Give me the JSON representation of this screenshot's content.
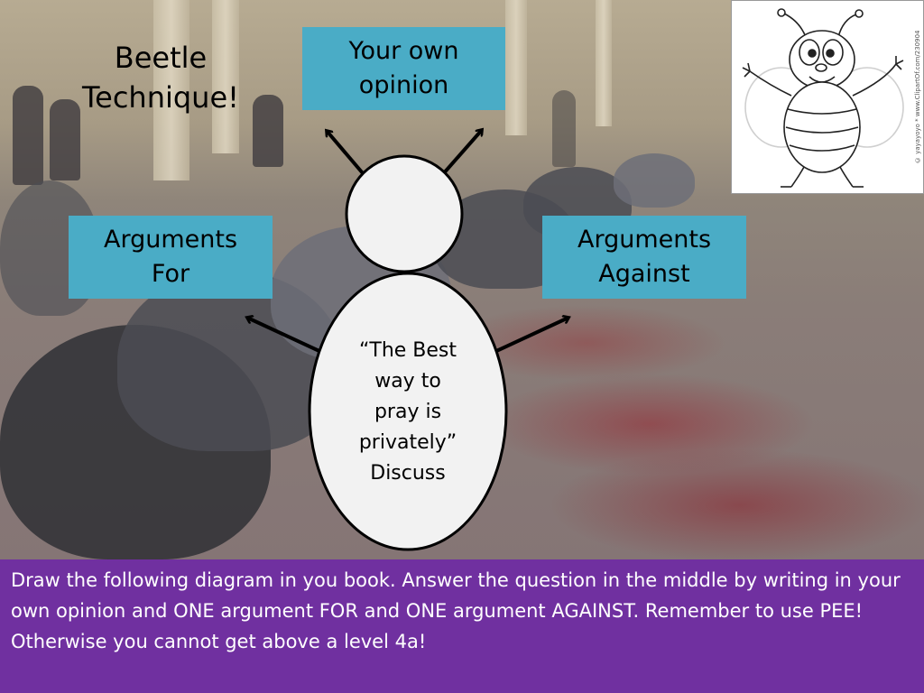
{
  "slide": {
    "title_line1": "Beetle",
    "title_line2": "Technique!",
    "boxes": {
      "opinion": {
        "line1": "Your own",
        "line2": "opinion"
      },
      "for": {
        "line1": "Arguments",
        "line2": "For"
      },
      "against": {
        "line1": "Arguments",
        "line2": "Against"
      }
    },
    "body_text": {
      "line1": "“The Best",
      "line2": "way to",
      "line3": "pray is",
      "line4": "privately”",
      "line5": "Discuss"
    },
    "clipart_credit": "© yayayoyo  *  www.ClipartOf.com/230904",
    "instructions": "Draw the following diagram in you book. Answer the question in the middle by writing in your own opinion and ONE argument FOR and ONE argument AGAINST. Remember to use PEE! Otherwise you cannot get above a level 4a!"
  },
  "colors": {
    "box_fill": "#4aacc6",
    "instructions_bg": "#7030a0",
    "instructions_text": "#ffffff",
    "beetle_fill": "#f2f2f2"
  },
  "icons": {
    "clipart": "cartoon-bee-clipart",
    "arrows": "arrow-icon"
  }
}
